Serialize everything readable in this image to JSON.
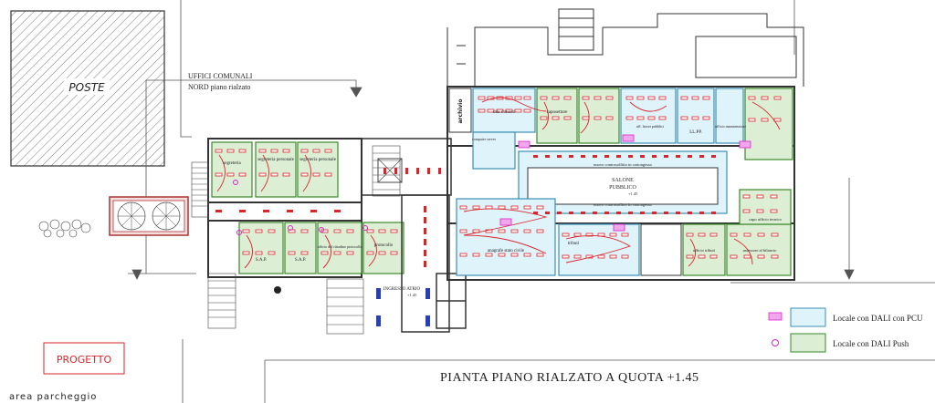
{
  "colors": {
    "wall": "#333333",
    "dali_pcu_fill": "#dff3fb",
    "dali_push_fill": "#dcefd4",
    "dali_push_stroke": "#3a8a2a",
    "dali_pcu_stroke": "#3b8fb5",
    "lamp": "#d9262b",
    "wiring": "#d9262b",
    "marker": "#e020d0",
    "progetto": "#d9262b"
  },
  "labels": {
    "poste": "POSTE",
    "uffici_line1": "UFFICI COMUNALI",
    "uffici_line2": "NORD piano rialzato",
    "progetto": "PROGETTO",
    "area_parcheggio": "area parcheggio",
    "title": "PIANTA PIANO  RIALZATO  A QUOTA  +1.45",
    "salone_line1": "SALONE",
    "salone_line2": "PUBBLICO",
    "salone_level": "+1.45",
    "controsoffitto_top": "nuovo controsoffitto in cartongesso",
    "controsoffitto_bottom": "nuovo controsoffitto in cartongesso",
    "ingresso": "INGRESSO ATRIO",
    "ingresso_level": "+1.45",
    "archivio": "archivio"
  },
  "legend": [
    {
      "label": "Locale con DALI con PCU",
      "symbol": "PCU"
    },
    {
      "label": "Locale con DALI Push",
      "symbol": "push"
    }
  ],
  "rooms": [
    {
      "id": "segreteria",
      "name": "segreteria"
    },
    {
      "id": "segreteria-personale",
      "name": "segreteria personale"
    },
    {
      "id": "segreteria-personale-2",
      "name": "segreteria personale"
    },
    {
      "id": "sala-riunioni",
      "name": "sala riunioni"
    },
    {
      "id": "computer-server",
      "name": "computer server"
    },
    {
      "id": "caposettore",
      "name": "caposettore"
    },
    {
      "id": "lavori-pubblici",
      "name": "uff. lavori pubblici"
    },
    {
      "id": "llpp",
      "name": "LL.PP."
    },
    {
      "id": "manutenzione",
      "name": "ufficio manutenzione"
    },
    {
      "id": "capo-ufficio",
      "name": "capo ufficio tecnico"
    },
    {
      "id": "anagrafe",
      "name": "anagrafe stato civile"
    },
    {
      "id": "tributi",
      "name": "tributi"
    },
    {
      "id": "ufficio-tributi",
      "name": "ufficio tributi"
    },
    {
      "id": "assessore",
      "name": "assessore al bilancio"
    },
    {
      "id": "sap-1",
      "name": "S.A.P."
    },
    {
      "id": "sap-2",
      "name": "S.A.P."
    },
    {
      "id": "ufficio-protocollo",
      "name": "ufficio del cittadino protocollo"
    },
    {
      "id": "protocollo",
      "name": "protocollo"
    }
  ]
}
